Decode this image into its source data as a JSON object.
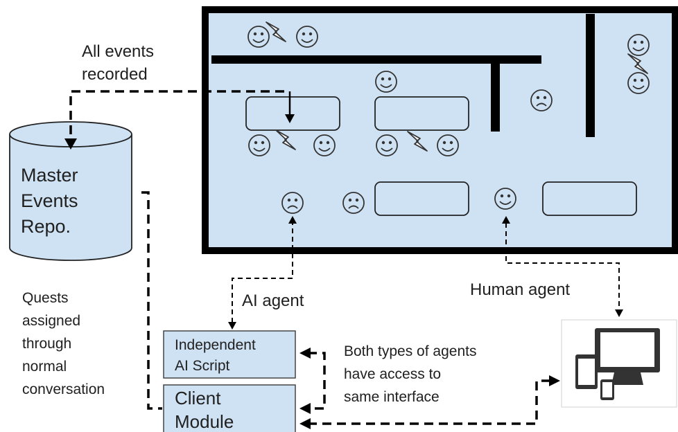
{
  "labels": {
    "events_line1": "All events",
    "events_line2": "recorded",
    "repo_line1": "Master",
    "repo_line2": "Events",
    "repo_line3": "Repo.",
    "quests_line1": "Quests",
    "quests_line2": "assigned",
    "quests_line3": "through",
    "quests_line4": "normal",
    "quests_line5": "conversation",
    "ai_agent": "AI agent",
    "human_agent": "Human agent",
    "ai_script_line1": "Independent",
    "ai_script_line2": "AI Script",
    "client_line1": "Client",
    "client_line2": "Module",
    "both_line1": "Both types of agents",
    "both_line2": "have access to",
    "both_line3": "same interface"
  },
  "colors": {
    "world_fill": "#cfe2f3",
    "box_fill": "#cfe2f3",
    "stroke": "#000000",
    "face": "#333333"
  },
  "icons": [
    "smiley-icon",
    "sad-face-icon",
    "lightning-icon",
    "devices-icon"
  ]
}
